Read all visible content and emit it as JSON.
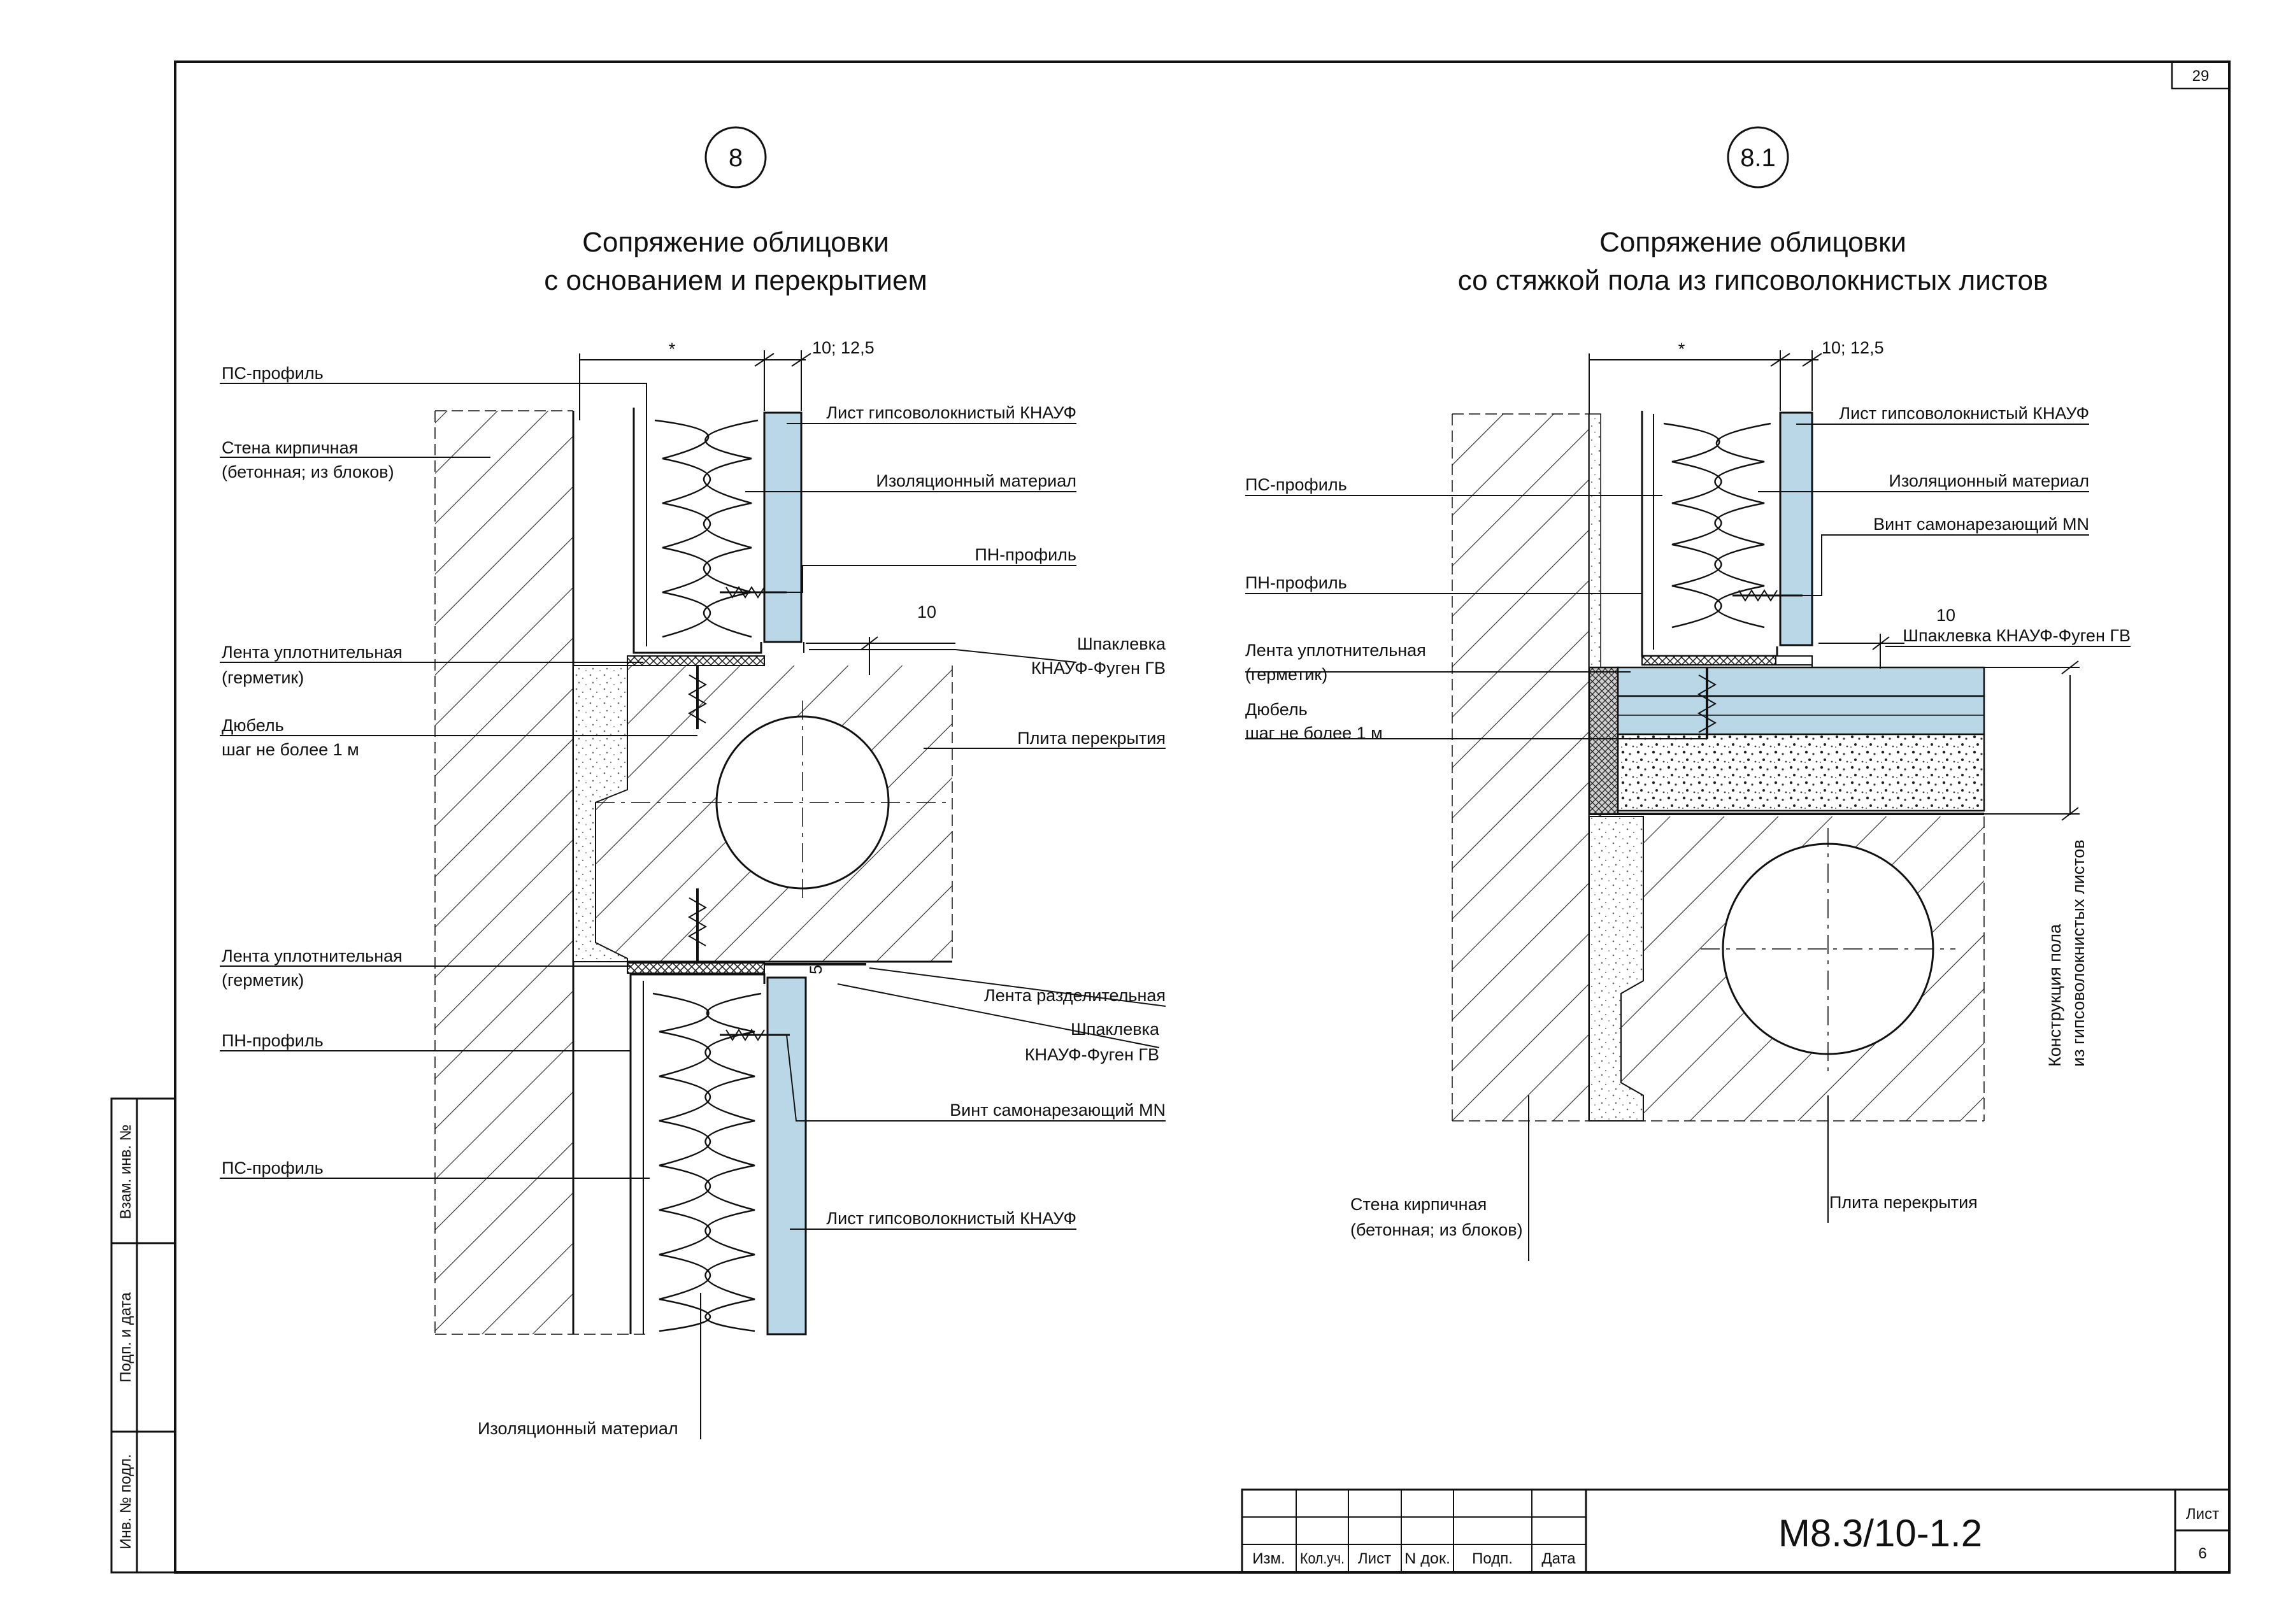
{
  "sheet_number": "29",
  "detail8": {
    "marker": "8",
    "title_line1": "Сопряжение облицовки",
    "title_line2": "с основанием и перекрытием",
    "dim_star": "*",
    "dim_board": "10; 12,5",
    "dim_gap": "10",
    "dim_5": "5",
    "labels": {
      "ps_profile_top": "ПС-профиль",
      "wall_1": "Стена кирпичная",
      "wall_2": "(бетонная; из блоков)",
      "tape_top_1": "Лента уплотнительная",
      "tape_top_2": "(герметик)",
      "dowel_1": "Дюбель",
      "dowel_2": "шаг не более 1 м",
      "tape_bot_1": "Лента уплотнительная",
      "tape_bot_2": "(герметик)",
      "pn_profile_bot": "ПН-профиль",
      "ps_profile_bot": "ПС-профиль",
      "board_top": "Лист гипсоволокнистый КНАУФ",
      "insulation_top": "Изоляционный материал",
      "pn_profile_top": "ПН-профиль",
      "putty_top_1": "Шпаклевка",
      "putty_top_2": "КНАУФ-Фуген ГВ",
      "slab": "Плита перекрытия",
      "sep_tape": "Лента разделительная",
      "putty_bot_1": "Шпаклевка",
      "putty_bot_2": "КНАУФ-Фуген ГВ",
      "screw": "Винт самонарезающий MN",
      "board_bot": "Лист гипсоволокнистый КНАУФ",
      "insulation_bot": "Изоляционный материал"
    }
  },
  "detail81": {
    "marker": "8.1",
    "title_line1": "Сопряжение облицовки",
    "title_line2": "со стяжкой пола из гипсоволокнистых листов",
    "dim_star": "*",
    "dim_board": "10; 12,5",
    "dim_gap": "10",
    "labels": {
      "ps_profile": "ПС-профиль",
      "pn_profile": "ПН-профиль",
      "tape_1": "Лента уплотнительная",
      "tape_2": "(герметик)",
      "dowel_1": "Дюбель",
      "dowel_2": "шаг не более 1 м",
      "board": "Лист гипсоволокнистый КНАУФ",
      "insulation": "Изоляционный материал",
      "screw": "Винт самонарезающий MN",
      "putty": "Шпаклевка КНАУФ-Фуген ГВ",
      "floor_1": "Конструкция пола",
      "floor_2": "из гипсоволокнистых листов",
      "wall_1": "Стена кирпичная",
      "wall_2": "(бетонная; из блоков)",
      "slab": "Плита перекрытия"
    }
  },
  "title_block": {
    "code": "М8.3/10-1.2",
    "sheet_label": "Лист",
    "sheet_value": "6",
    "headers": [
      "Изм.",
      "Кол.уч.",
      "Лист",
      "N док.",
      "Подп.",
      "Дата"
    ]
  },
  "side_stamp": [
    "Взам. инв. №",
    "Подп. и дата",
    "Инв. № подл."
  ],
  "colors": {
    "board_fill": "#b9d7e6",
    "line": "#111111",
    "concrete_dot": "#555555"
  }
}
